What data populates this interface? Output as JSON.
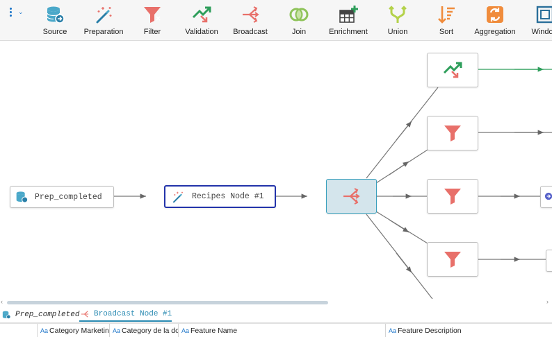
{
  "toolbar": {
    "items": [
      {
        "label": "Source",
        "icon": "source-database-icon"
      },
      {
        "label": "Preparation",
        "icon": "magic-wand-icon"
      },
      {
        "label": "Filter",
        "icon": "filter-icon"
      },
      {
        "label": "Validation",
        "icon": "validation-arrows-icon"
      },
      {
        "label": "Broadcast",
        "icon": "broadcast-icon"
      },
      {
        "label": "Join",
        "icon": "join-circles-icon"
      },
      {
        "label": "Enrichment",
        "icon": "enrichment-table-icon"
      },
      {
        "label": "Union",
        "icon": "union-icon"
      },
      {
        "label": "Sort",
        "icon": "sort-icon"
      },
      {
        "label": "Aggregation",
        "icon": "aggregation-icon"
      },
      {
        "label": "Window",
        "icon": "window-icon"
      }
    ]
  },
  "canvas": {
    "source_node": {
      "label": "Prep_completed"
    },
    "recipes_node": {
      "label": "Recipes Node #1"
    }
  },
  "tabs": [
    {
      "label": "Prep_completed"
    },
    {
      "label": "Broadcast Node #1"
    }
  ],
  "grid": {
    "columns": [
      {
        "label": "Category Marketing"
      },
      {
        "label": "Category de la doc"
      },
      {
        "label": "Feature Name"
      },
      {
        "label": "Feature Description"
      }
    ],
    "type_badge": "Aa"
  },
  "colors": {
    "teal": "#3aa0bd",
    "coral": "#e8706a",
    "green": "#2e9e5b",
    "orange": "#f08c3c",
    "selected": "#2233aa"
  }
}
